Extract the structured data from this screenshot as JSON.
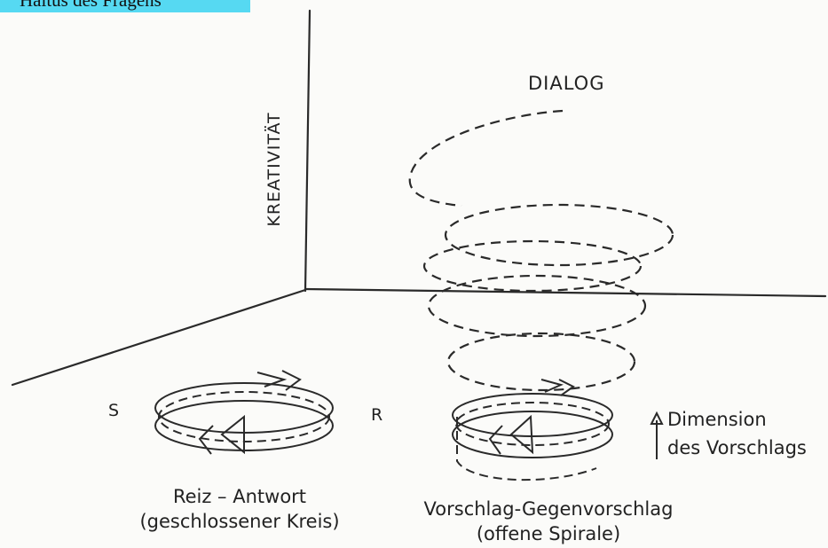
{
  "header": {
    "title": "Haltus des Fragens",
    "bg_color": "#56d9f2"
  },
  "axes": {
    "vertical_label": "KREATIVITÄT"
  },
  "top_label": "DIALOG",
  "left_markers": {
    "s": "S",
    "r": "R"
  },
  "left_caption": {
    "line1": "Reiz – Antwort",
    "line2": "(geschlossener Kreis)"
  },
  "right_caption": {
    "line1": "Vorschlag-Gegenvorschlag",
    "line2": "(offene Spirale)"
  },
  "dimension_note": {
    "line1": "Dimension",
    "line2": "des Vorschlags"
  }
}
